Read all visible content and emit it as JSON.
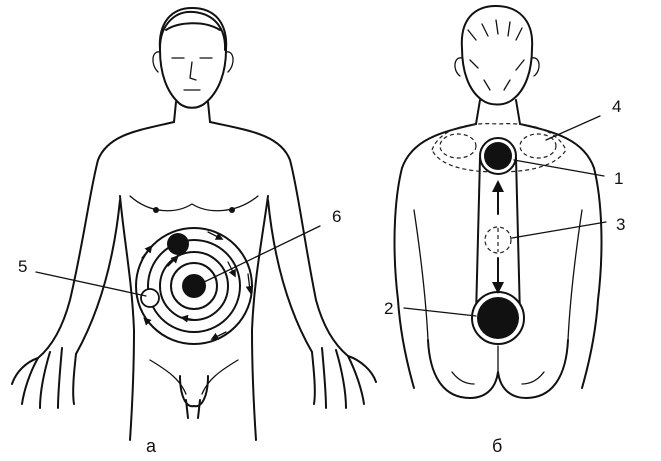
{
  "figure_a": {
    "caption": "а"
  },
  "figure_b": {
    "caption": "б"
  },
  "labels": [
    "1",
    "2",
    "3",
    "4",
    "5",
    "6"
  ]
}
